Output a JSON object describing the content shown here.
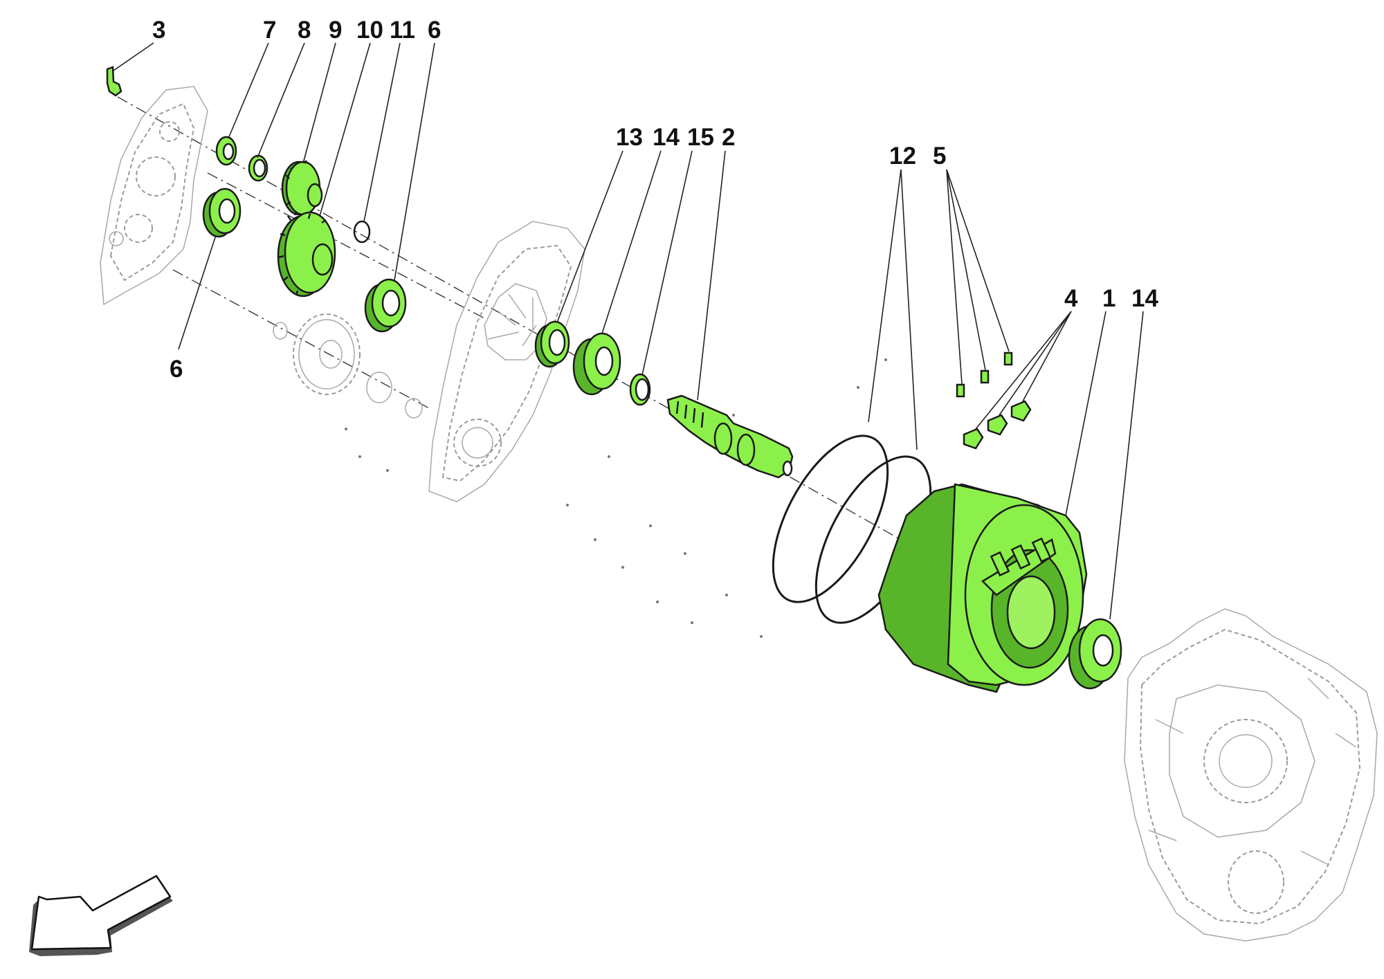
{
  "diagram": {
    "part_color": "#8cf04a",
    "part_color_dark": "#58b52a",
    "labels": {
      "top_7": "7",
      "top_8": "8",
      "top_9": "9",
      "top_10": "10",
      "top_11": "11",
      "top_6": "6",
      "left_3": "3",
      "bottom_6": "6",
      "mid_13": "13",
      "mid_14": "14",
      "mid_15": "15",
      "mid_2": "2",
      "r_12": "12",
      "r_5": "5",
      "r_4": "4",
      "r_1": "1",
      "r_14": "14"
    },
    "icons": [
      "direction-arrow-icon"
    ]
  }
}
